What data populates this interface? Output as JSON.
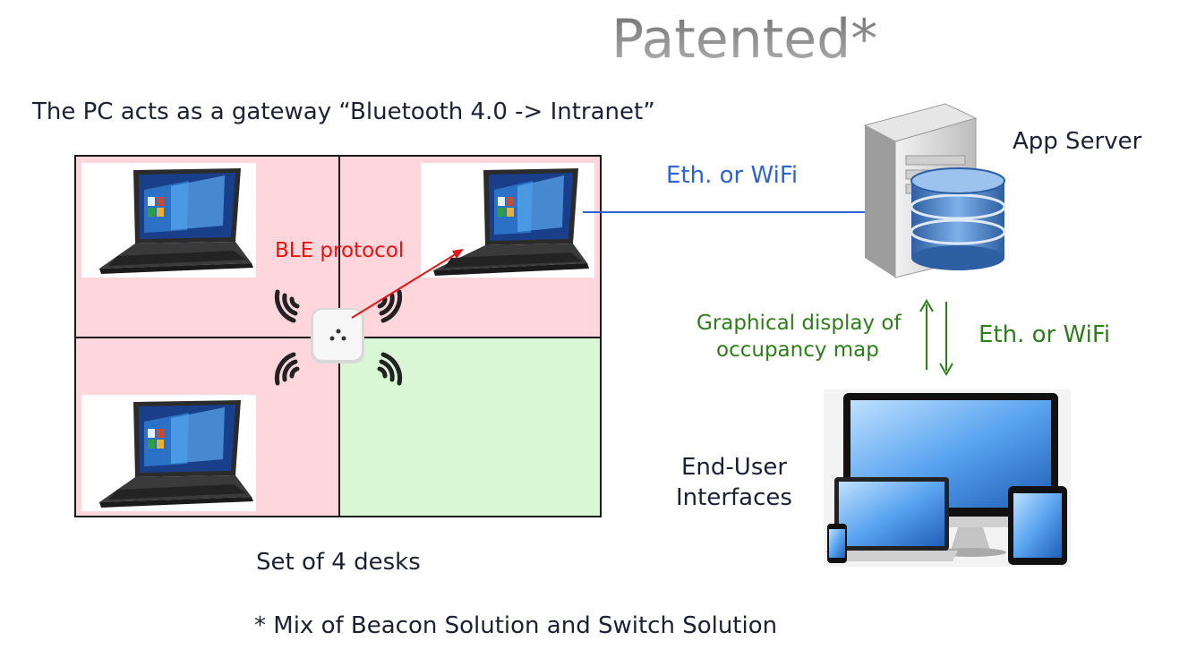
{
  "title": "Patented*",
  "gateway_text": "The PC acts as a gateway “Bluetooth 4.0 -> Intranet”",
  "ble_label": "BLE protocol",
  "eth_wifi_top": "Eth. or WiFi",
  "app_server_label": "App Server",
  "graphical_display": [
    "Graphical display of",
    "occupancy map"
  ],
  "eth_wifi_bottom": "Eth. or WiFi",
  "end_user_label": [
    "End-User",
    "Interfaces"
  ],
  "desks_caption": "Set of 4 desks",
  "footnote": "* Mix of Beacon Solution and Switch Solution",
  "desks": [
    {
      "position": "top-left",
      "status": "occupied",
      "color": "#ffd6dc"
    },
    {
      "position": "top-right",
      "status": "occupied",
      "color": "#ffd6dc"
    },
    {
      "position": "bottom-left",
      "status": "occupied",
      "color": "#ffd6dc"
    },
    {
      "position": "bottom-right",
      "status": "free",
      "color": "#d9f7d4"
    }
  ],
  "icons": [
    "laptop-icon",
    "beacon-icon",
    "signal-wave-icon",
    "server-tower-icon",
    "database-icon",
    "monitor-icon",
    "tablet-icon",
    "smartphone-icon"
  ]
}
